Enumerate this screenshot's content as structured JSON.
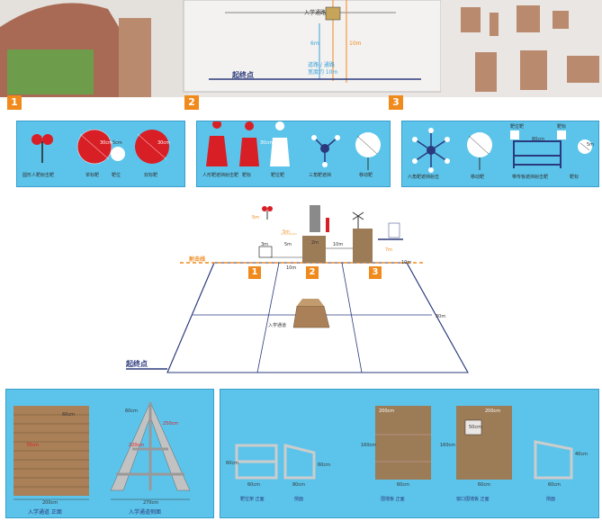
{
  "map": {
    "entry_label": "入学通路",
    "dist_a": "6m",
    "dist_b": "10m",
    "corridor_label_1": "道路 / 通路",
    "corridor_label_2": "宽度约 10m",
    "start_label": "起终点"
  },
  "badges": [
    "1",
    "2",
    "3"
  ],
  "panel1": {
    "items": [
      "圆形人靶射击靶",
      "单标靶",
      "双标靶",
      "靶位"
    ],
    "dims": [
      "30cm",
      "5cm",
      "30cm"
    ]
  },
  "panel2": {
    "items": [
      "人形靶遮挡射击靶",
      "靶标",
      "靶位靶",
      "三角靶遮挡",
      "移动靶"
    ],
    "dims": [
      "30cm"
    ]
  },
  "panel3": {
    "items": [
      "六角靶遮挡射击",
      "移动靶",
      "带传板遮挡射击靶",
      "靶标"
    ],
    "dims": [
      "靶位靶",
      "80cm",
      "靶标",
      "5m"
    ]
  },
  "middle": {
    "label_1": "5m",
    "label_2": "5m",
    "label_3": "3m",
    "label_4": "5m",
    "label_5": "2m",
    "label_6": "10m",
    "label_7": "7m",
    "line_label": "射击线",
    "label_8": "10m",
    "label_9": "10m",
    "label_10": "30m",
    "stand_label": "入学通道",
    "start_label": "起终点"
  },
  "bottom_left": {
    "caption_1": "入学通道 正面",
    "caption_2": "入学通道侧面",
    "dims": [
      "200cm",
      "60cm",
      "70cm",
      "60cm",
      "250cm",
      "220cm",
      "270cm"
    ]
  },
  "bottom_right": {
    "captions": [
      "靶位架 正面",
      "侧面",
      "围墙板 正面",
      "窗口围墙板 正面",
      "侧面"
    ],
    "dims": [
      "60cm",
      "80cm",
      "60cm",
      "200cm",
      "200cm",
      "160cm",
      "50cm",
      "160cm",
      "40cm",
      "60cm",
      "60cm",
      "60cm",
      "60cm"
    ]
  },
  "colors": {
    "panel_blue": "#5cc4ea",
    "badge_orange": "#f08a1c",
    "target_red": "#d91f26",
    "navy": "#2b3a7c",
    "board_brown": "#9c7b57"
  }
}
